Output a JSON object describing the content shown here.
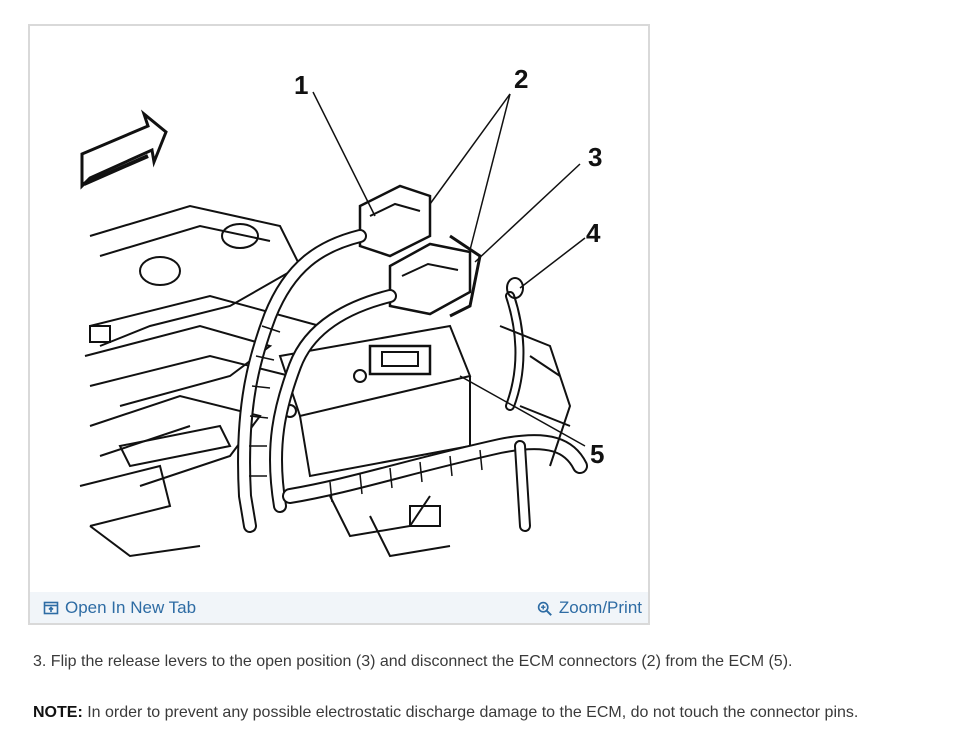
{
  "figure": {
    "callouts": [
      "1",
      "2",
      "3",
      "4",
      "5"
    ],
    "toolbar": {
      "open_label": "Open In New Tab",
      "open_icon": "open-new-tab-icon",
      "zoom_label": "Zoom/Print",
      "zoom_icon": "magnifier-plus-icon",
      "link_color": "#2e6ca4",
      "bar_color": "#f1f5f9"
    }
  },
  "content": {
    "step": "3. Flip the release levers to the open position (3) and disconnect the ECM connectors (2) from the ECM (5).",
    "note_label": "NOTE:",
    "note_text": " In order to prevent any possible electrostatic discharge damage to the ECM, do not touch the connector pins."
  }
}
